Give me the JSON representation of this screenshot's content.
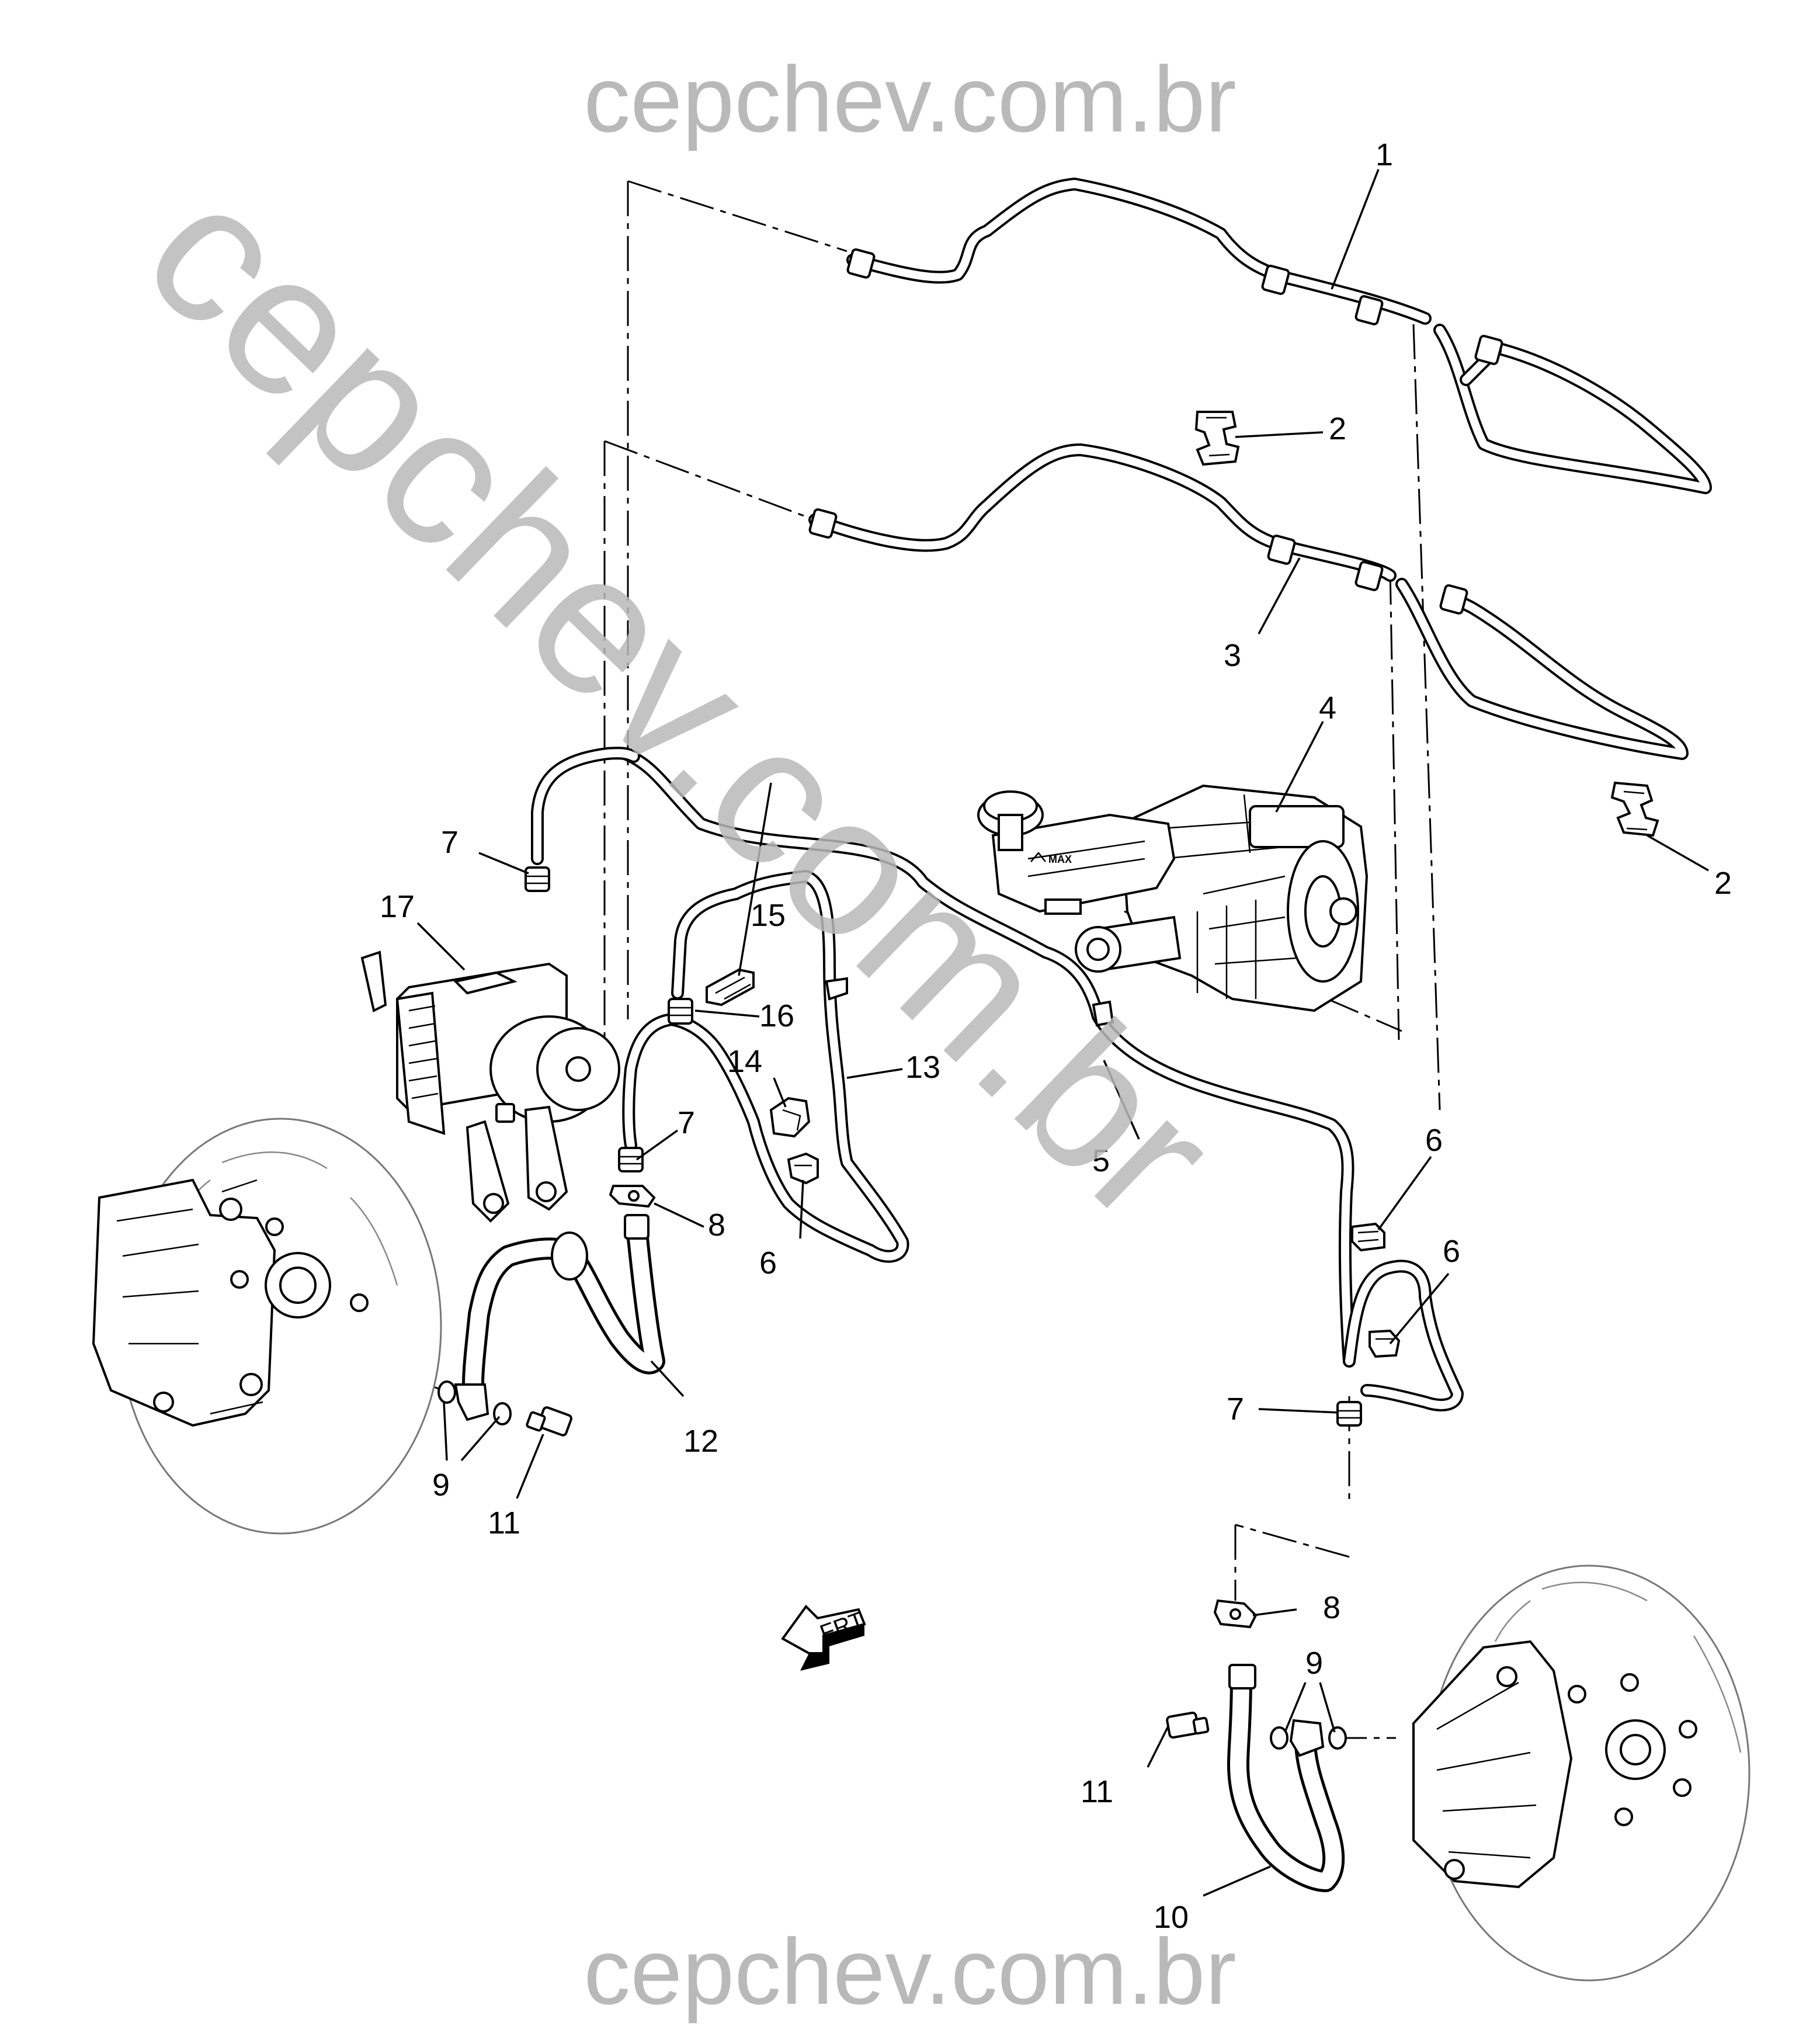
{
  "watermark": {
    "top": "cepchev.com.br",
    "bottom": "cepchev.com.br",
    "diagonal": "cepchev.com.br"
  },
  "direction_indicator": {
    "label": "FRT"
  },
  "reservoir_label": "MAX",
  "callouts": {
    "c1": "1",
    "c2a": "2",
    "c2b": "2",
    "c3": "3",
    "c4": "4",
    "c5": "5",
    "c6a": "6",
    "c6b": "6",
    "c6c": "6",
    "c7a": "7",
    "c7b": "7",
    "c7c": "7",
    "c8a": "8",
    "c8b": "8",
    "c9a": "9",
    "c9b": "9",
    "c10": "10",
    "c11a": "11",
    "c11b": "11",
    "c12": "12",
    "c13": "13",
    "c14": "14",
    "c15": "15",
    "c16": "16",
    "c17": "17"
  }
}
